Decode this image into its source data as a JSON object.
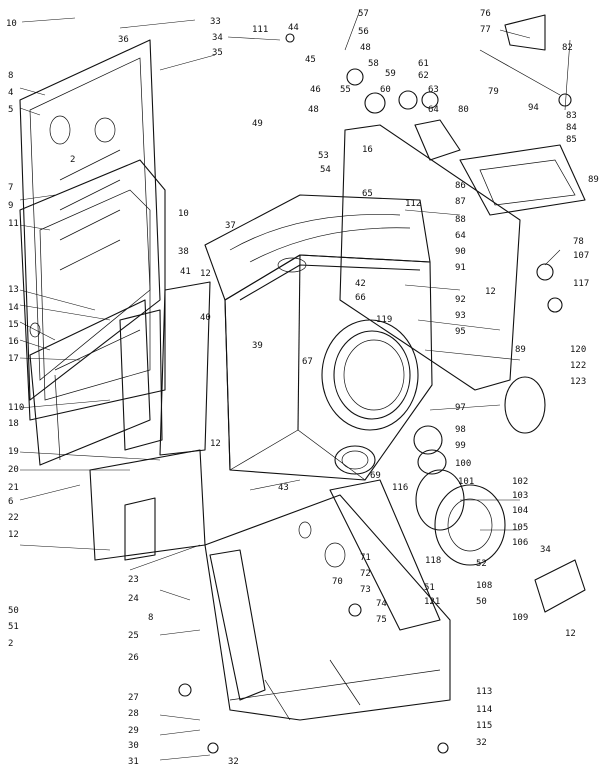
{
  "labels": [
    {
      "text": "10"
    },
    {
      "text": "33"
    },
    {
      "text": "111"
    },
    {
      "text": "44"
    },
    {
      "text": "57"
    },
    {
      "text": "76"
    },
    {
      "text": "36"
    },
    {
      "text": "34"
    },
    {
      "text": "56"
    },
    {
      "text": "48"
    },
    {
      "text": "77"
    },
    {
      "text": "82"
    },
    {
      "text": "35"
    },
    {
      "text": "45"
    },
    {
      "text": "58"
    },
    {
      "text": "59"
    },
    {
      "text": "61"
    },
    {
      "text": "62"
    },
    {
      "text": "8"
    },
    {
      "text": "4"
    },
    {
      "text": "5"
    },
    {
      "text": "46"
    },
    {
      "text": "55"
    },
    {
      "text": "60"
    },
    {
      "text": "63"
    },
    {
      "text": "48"
    },
    {
      "text": "49"
    },
    {
      "text": "64"
    },
    {
      "text": "80"
    },
    {
      "text": "79"
    },
    {
      "text": "94"
    },
    {
      "text": "83"
    },
    {
      "text": "84"
    },
    {
      "text": "85"
    },
    {
      "text": "53"
    },
    {
      "text": "16"
    },
    {
      "text": "86"
    },
    {
      "text": "2"
    },
    {
      "text": "7"
    },
    {
      "text": "9"
    },
    {
      "text": "11"
    },
    {
      "text": "54"
    },
    {
      "text": "65"
    },
    {
      "text": "87"
    },
    {
      "text": "89"
    },
    {
      "text": "112"
    },
    {
      "text": "88"
    },
    {
      "text": "10"
    },
    {
      "text": "38"
    },
    {
      "text": "37"
    },
    {
      "text": "64"
    },
    {
      "text": "78"
    },
    {
      "text": "90"
    },
    {
      "text": "107"
    },
    {
      "text": "91"
    },
    {
      "text": "41"
    },
    {
      "text": "12"
    },
    {
      "text": "12"
    },
    {
      "text": "42"
    },
    {
      "text": "66"
    },
    {
      "text": "92"
    },
    {
      "text": "117"
    },
    {
      "text": "13"
    },
    {
      "text": "14"
    },
    {
      "text": "15"
    },
    {
      "text": "16"
    },
    {
      "text": "17"
    },
    {
      "text": "40"
    },
    {
      "text": "119"
    },
    {
      "text": "39"
    },
    {
      "text": "67"
    },
    {
      "text": "93"
    },
    {
      "text": "95"
    },
    {
      "text": "89"
    },
    {
      "text": "120"
    },
    {
      "text": "122"
    },
    {
      "text": "123"
    },
    {
      "text": "110"
    },
    {
      "text": "18"
    },
    {
      "text": "97"
    },
    {
      "text": "19"
    },
    {
      "text": "20"
    },
    {
      "text": "12"
    },
    {
      "text": "98"
    },
    {
      "text": "99"
    },
    {
      "text": "100"
    },
    {
      "text": "21"
    },
    {
      "text": "6"
    },
    {
      "text": "43"
    },
    {
      "text": "116"
    },
    {
      "text": "69"
    },
    {
      "text": "101"
    },
    {
      "text": "102"
    },
    {
      "text": "103"
    },
    {
      "text": "104"
    },
    {
      "text": "105"
    },
    {
      "text": "22"
    },
    {
      "text": "12"
    },
    {
      "text": "106"
    },
    {
      "text": "34"
    },
    {
      "text": "52"
    },
    {
      "text": "118"
    },
    {
      "text": "71"
    },
    {
      "text": "72"
    },
    {
      "text": "70"
    },
    {
      "text": "73"
    },
    {
      "text": "23"
    },
    {
      "text": "51"
    },
    {
      "text": "108"
    },
    {
      "text": "24"
    },
    {
      "text": "121"
    },
    {
      "text": "50"
    },
    {
      "text": "109"
    },
    {
      "text": "12"
    },
    {
      "text": "8"
    },
    {
      "text": "74"
    },
    {
      "text": "75"
    },
    {
      "text": "50"
    },
    {
      "text": "51"
    },
    {
      "text": "25"
    },
    {
      "text": "2"
    },
    {
      "text": "26"
    },
    {
      "text": "27"
    },
    {
      "text": "113"
    },
    {
      "text": "28"
    },
    {
      "text": "114"
    },
    {
      "text": "29"
    },
    {
      "text": "115"
    },
    {
      "text": "30"
    },
    {
      "text": "31"
    },
    {
      "text": "32"
    },
    {
      "text": "32"
    }
  ]
}
